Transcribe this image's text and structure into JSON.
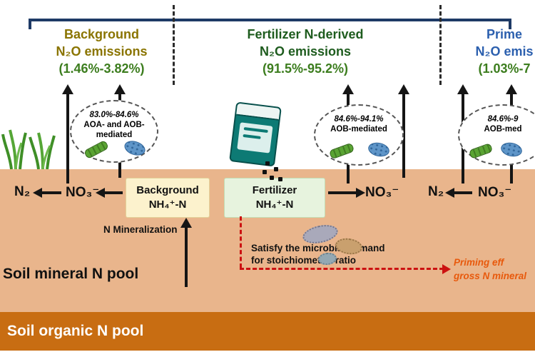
{
  "header": {
    "background": {
      "title1": "Background",
      "title2": "N₂O emissions",
      "range": "(1.46%-3.82%)"
    },
    "fertilizer": {
      "title1": "Fertilizer N-derived",
      "title2": "N₂O emissions",
      "range": "(91.5%-95.2%)"
    },
    "primed": {
      "title1": "Prime",
      "title2": "N₂O emis",
      "range": "(1.03%-7"
    }
  },
  "ovals": {
    "left": {
      "percent": "83.0%-84.6%",
      "line1": "AOA- and AOB-",
      "line2": "mediated"
    },
    "middle": {
      "percent": "84.6%-94.1%",
      "line1": "AOB-mediated"
    },
    "right": {
      "percent": "84.6%-9",
      "line1": "AOB-med"
    }
  },
  "soil": {
    "n2_left": "N₂",
    "no3_left": "NO₃⁻",
    "background_box": {
      "line1": "Background",
      "line2": "NH₄⁺-N"
    },
    "fertilizer_box": {
      "line1": "Fertilizer",
      "line2": "NH₄⁺-N"
    },
    "no3_middle": "NO₃⁻",
    "n2_middle": "N₂",
    "no3_right": "NO₃⁻",
    "mineralization": "N Mineralization",
    "demand1": "Satisfy the microbial demand",
    "demand2": "for stoichiometric ratio",
    "priming1": "Priming eff",
    "priming2": "gross N mineral"
  },
  "pools": {
    "mineral": "Soil mineral N pool",
    "organic": "Soil organic N pool"
  },
  "colors": {
    "bracket": "#1e3a66",
    "background_title": "#8a7400",
    "fertilizer_title": "#1e5c1e",
    "primed_title": "#2b5fae",
    "range_green": "#3c7d1e",
    "soil_band": "#e9b58c",
    "organic_band": "#c86d12",
    "priming_text": "#e8590c",
    "red_dash": "#cc1111",
    "fertilizer_bag": "#0d7a74"
  }
}
